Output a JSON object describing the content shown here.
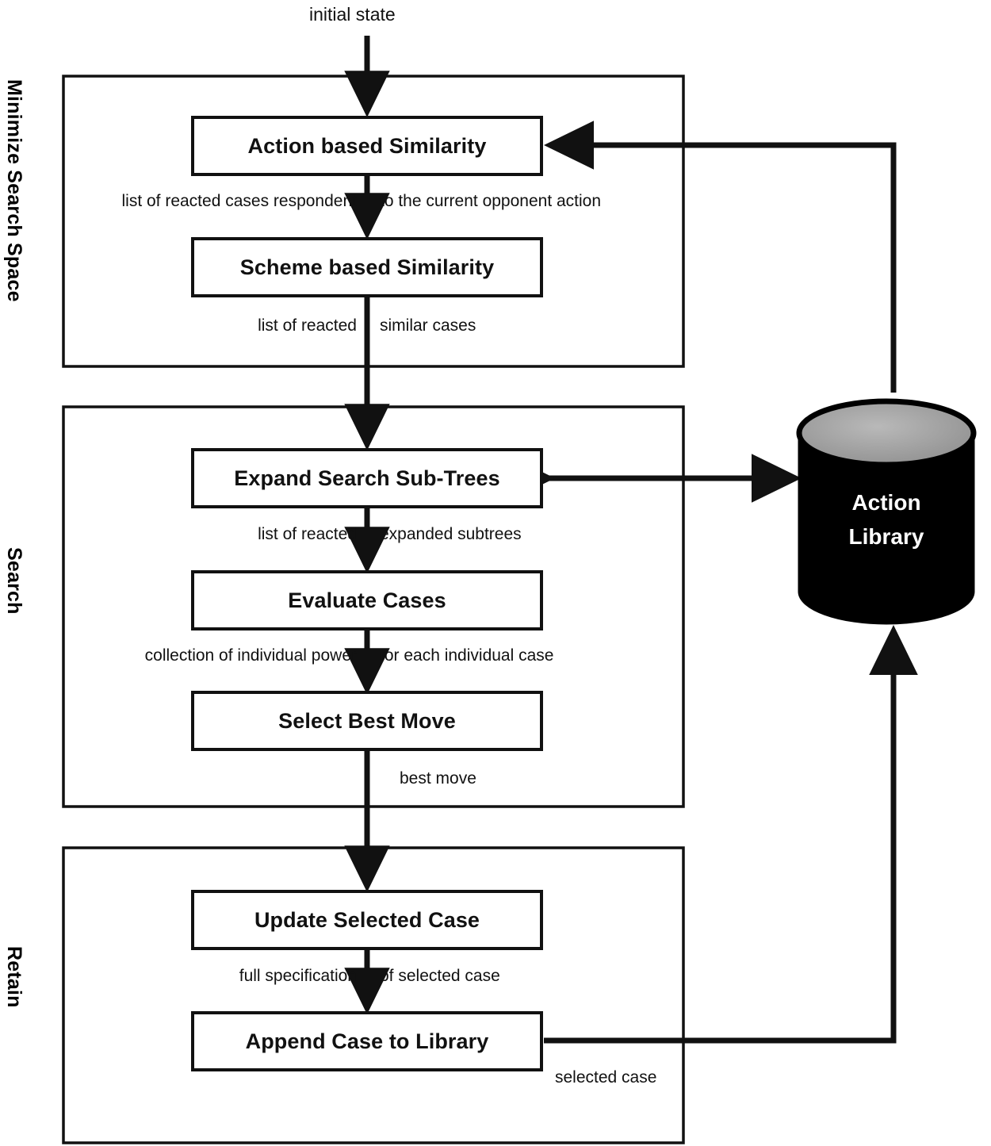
{
  "diagram": {
    "title_text": "initial state",
    "groups": [
      {
        "id": "minimize",
        "label": "Minimize Search Space"
      },
      {
        "id": "search",
        "label": "Search"
      },
      {
        "id": "retain",
        "label": "Retain"
      }
    ],
    "process_boxes": [
      {
        "id": "action-based-similarity",
        "label": "Action based Similarity"
      },
      {
        "id": "scheme-based-similarity",
        "label": "Scheme based Similarity"
      },
      {
        "id": "expand-search-sub-trees",
        "label": "Expand Search Sub-Trees"
      },
      {
        "id": "evaluate-cases",
        "label": "Evaluate Cases"
      },
      {
        "id": "select-best-move",
        "label": "Select Best Move"
      },
      {
        "id": "update-selected-case",
        "label": "Update Selected Case"
      },
      {
        "id": "append-case-to-library",
        "label": "Append Case to Library"
      }
    ],
    "datastore": {
      "id": "action-library",
      "line1": "Action",
      "line2": "Library"
    },
    "edge_labels": [
      {
        "id": "edge-1-left",
        "text": "list of reacted cases respondent"
      },
      {
        "id": "edge-1-right",
        "text": "to the current opponent action"
      },
      {
        "id": "edge-2-left",
        "text": "list of reacted"
      },
      {
        "id": "edge-2-right",
        "text": "similar cases"
      },
      {
        "id": "edge-3-left",
        "text": "list of reacted"
      },
      {
        "id": "edge-3-right",
        "text": "expanded subtrees"
      },
      {
        "id": "edge-4-left",
        "text": "collection of individual power"
      },
      {
        "id": "edge-4-right",
        "text": "for each individual case"
      },
      {
        "id": "edge-5-right",
        "text": "best move"
      },
      {
        "id": "edge-6-left",
        "text": "full specification"
      },
      {
        "id": "edge-6-right",
        "text": "of selected case"
      },
      {
        "id": "edge-7-right",
        "text": "selected case"
      }
    ],
    "colors": {
      "stroke": "#111111",
      "background": "#ffffff",
      "datastore_body": "#000000",
      "datastore_top": "#9b9b9b",
      "datastore_text": "#ffffff"
    }
  }
}
